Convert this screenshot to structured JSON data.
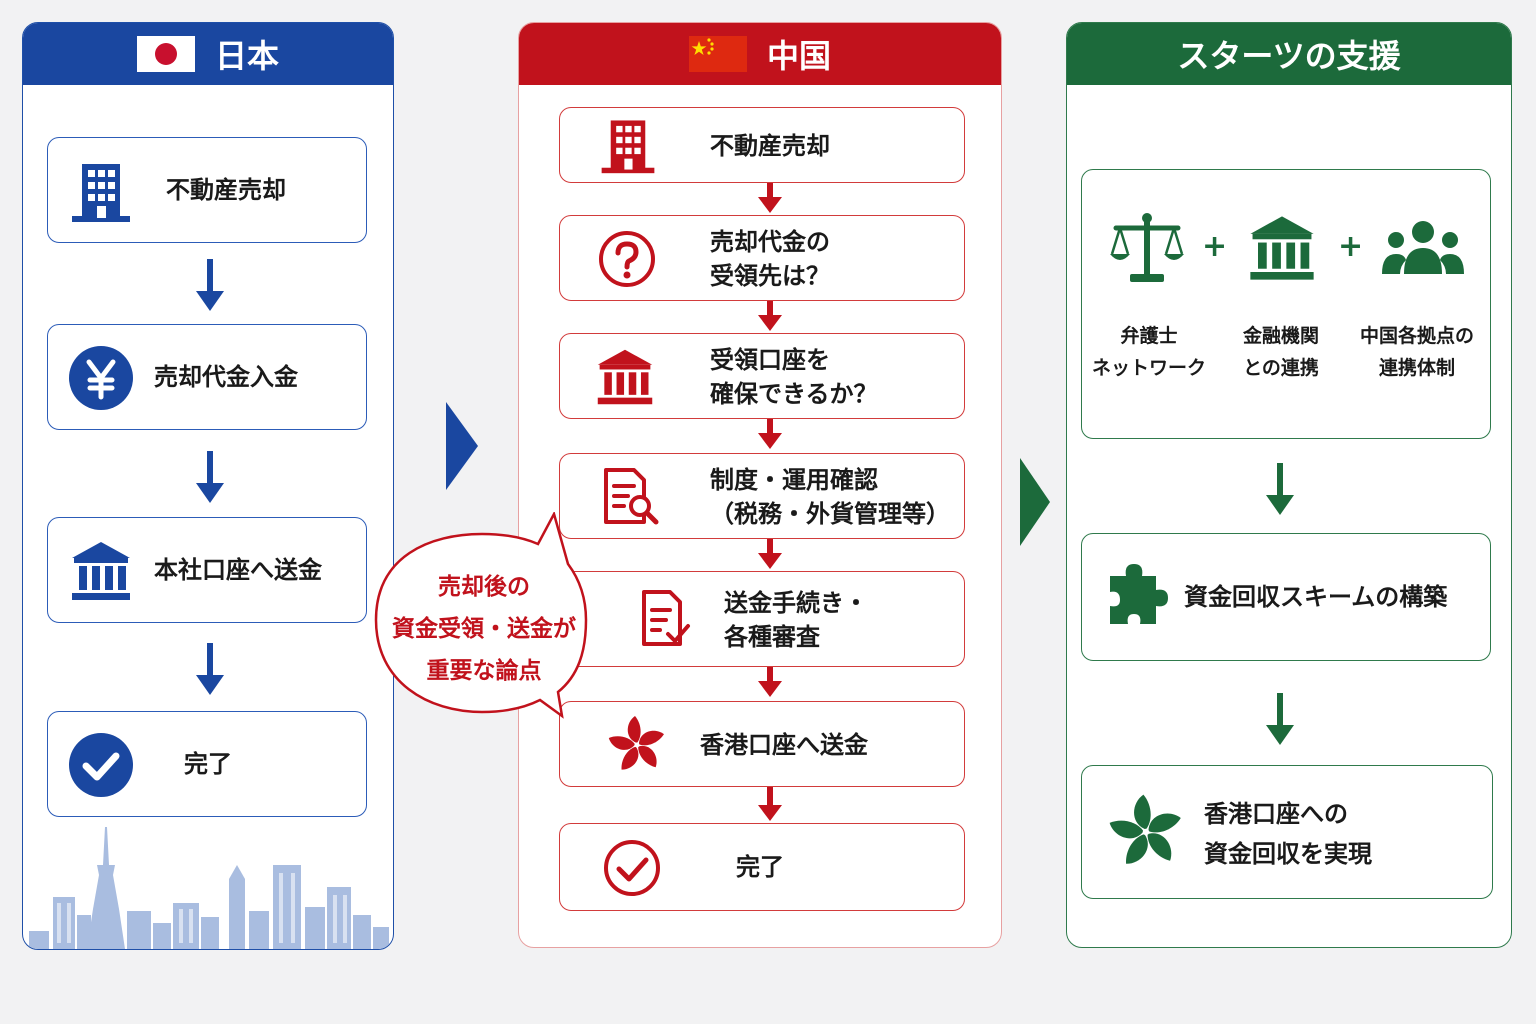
{
  "japan": {
    "title": "日本",
    "steps": [
      {
        "label": "不動産売却",
        "icon": "building-icon"
      },
      {
        "label": "売却代金入金",
        "icon": "yen-icon"
      },
      {
        "label": "本社口座へ送金",
        "icon": "bank-icon"
      },
      {
        "label": "完了",
        "icon": "check-circle-icon"
      }
    ]
  },
  "china": {
    "title": "中国",
    "steps": [
      {
        "label": "不動産売却",
        "icon": "building-icon"
      },
      {
        "label": "売却代金の\n受領先は？",
        "icon": "question-icon"
      },
      {
        "label": "受領口座を\n確保できるか？",
        "icon": "bank-icon"
      },
      {
        "label": "制度・運用確認\n（税務・外貨管理等）",
        "icon": "document-search-icon"
      },
      {
        "label": "送金手続き・\n各種審査",
        "icon": "document-check-icon"
      },
      {
        "label": "香港口座へ送金",
        "icon": "bauhinia-icon"
      },
      {
        "label": "完了",
        "icon": "check-circle-icon"
      }
    ]
  },
  "callout": {
    "text": "売却後の\n資金受領・送金が\n重要な論点"
  },
  "support": {
    "title": "スターツの支援",
    "network": [
      {
        "label": "弁護士\nネットワーク",
        "icon": "scales-icon"
      },
      {
        "label": "金融機関\nとの連携",
        "icon": "bank-icon"
      },
      {
        "label": "中国各拠点の\n連携体制",
        "icon": "people-icon"
      }
    ],
    "plus": "+",
    "steps": [
      {
        "label": "資金回収スキームの構築",
        "icon": "puzzle-icon"
      },
      {
        "label": "香港口座への\n資金回収を実現",
        "icon": "bauhinia-icon"
      }
    ]
  },
  "colors": {
    "japan": "#1a47a0",
    "china": "#c1121c",
    "support": "#1c6a3b"
  }
}
